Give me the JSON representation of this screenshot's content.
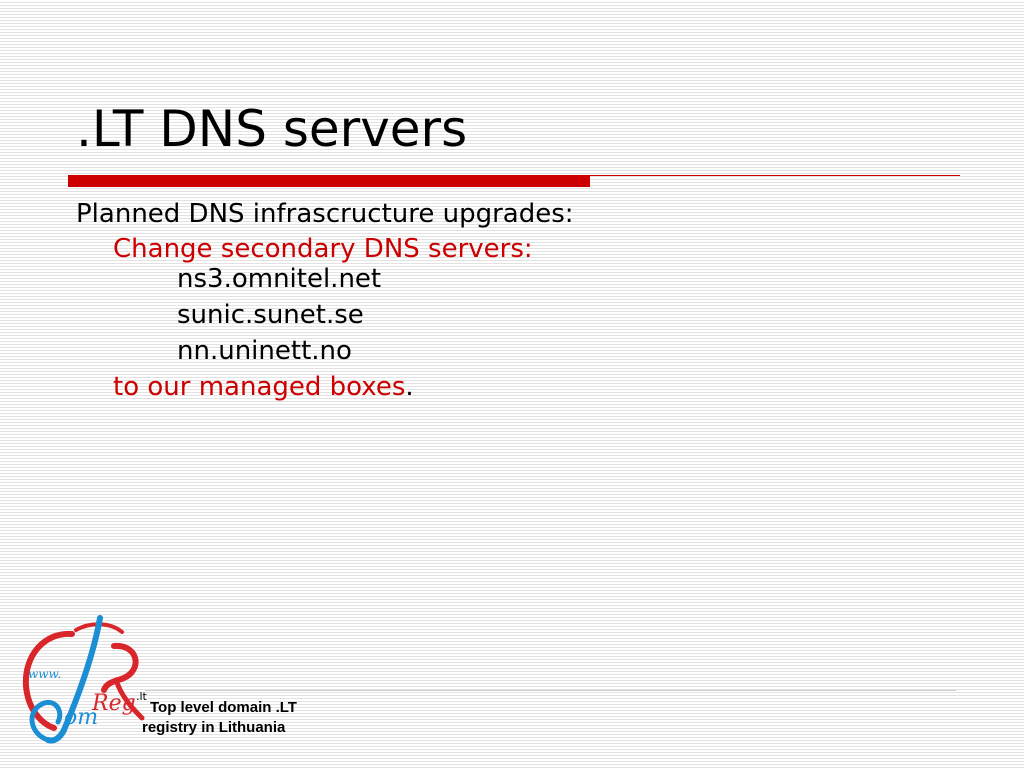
{
  "slide": {
    "title": ".LT DNS servers",
    "accent_color": "#cc0000",
    "body": {
      "intro": "Planned DNS infrascructure upgrades:",
      "change_label": "Change secondary DNS servers:",
      "servers": [
        "ns3.omnitel.net",
        "sunic.sunet.se",
        "nn.uninett.no"
      ],
      "closing": "to our managed boxes",
      "closing_punct": "."
    }
  },
  "footer": {
    "logo_text": {
      "www": "www.",
      "d": "d",
      "om": "om",
      "reg": "Reg",
      "lt": ".lt"
    },
    "tagline_line1": "Top level domain .LT",
    "tagline_line2": "registry in Lithuania"
  }
}
